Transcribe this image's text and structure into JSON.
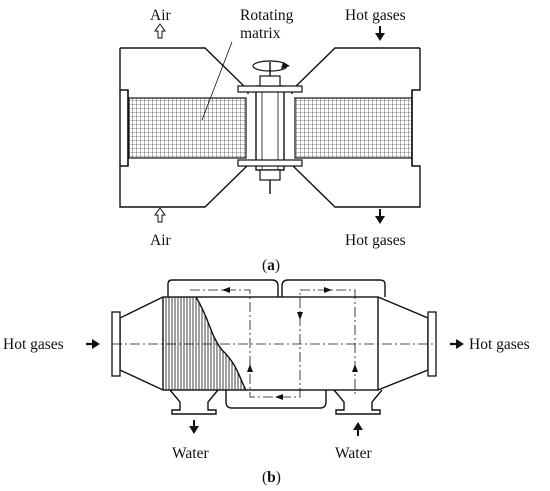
{
  "panel_a": {
    "label_air_top": "Air",
    "label_rotating_1": "Rotating",
    "label_rotating_2": "matrix",
    "label_hot_gases_top": "Hot gases",
    "label_air_bottom": "Air",
    "label_hot_gases_bottom": "Hot gases",
    "caption_open": "(",
    "caption_letter": "a",
    "caption_close": ")"
  },
  "panel_b": {
    "label_hot_gases_left": "Hot gases",
    "label_hot_gases_right": "Hot gases",
    "label_water_left": "Water",
    "label_water_right": "Water",
    "caption_open": "(",
    "caption_letter": "b",
    "caption_close": ")"
  },
  "icons": [
    "hollow-arrow-up-icon",
    "filled-arrow-down-icon",
    "filled-arrow-right-icon",
    "rotation-arrow-icon"
  ]
}
